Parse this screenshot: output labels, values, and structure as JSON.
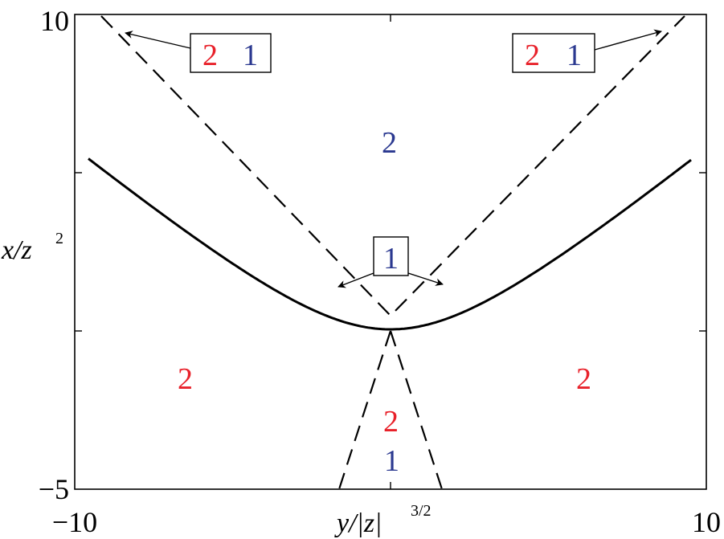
{
  "axes": {
    "x_label": "y/|z|",
    "x_label_exponent": "3/2",
    "y_label": "x/z",
    "y_label_exponent": "2",
    "x_tick_min": "−10",
    "x_tick_max": "10",
    "y_tick_max": "10",
    "y_tick_min": "−5"
  },
  "colors": {
    "red": "#e8212a",
    "blue": "#2b3990",
    "line": "#000000"
  },
  "labels": {
    "top_left_red": "2",
    "top_left_blue": "1",
    "top_right_red": "2",
    "top_right_blue": "1",
    "center_upper_blue": "2",
    "vertex_box_blue": "1",
    "left_lower_red": "2",
    "right_lower_red": "2",
    "bottom_red": "2",
    "bottom_blue": "1"
  }
}
